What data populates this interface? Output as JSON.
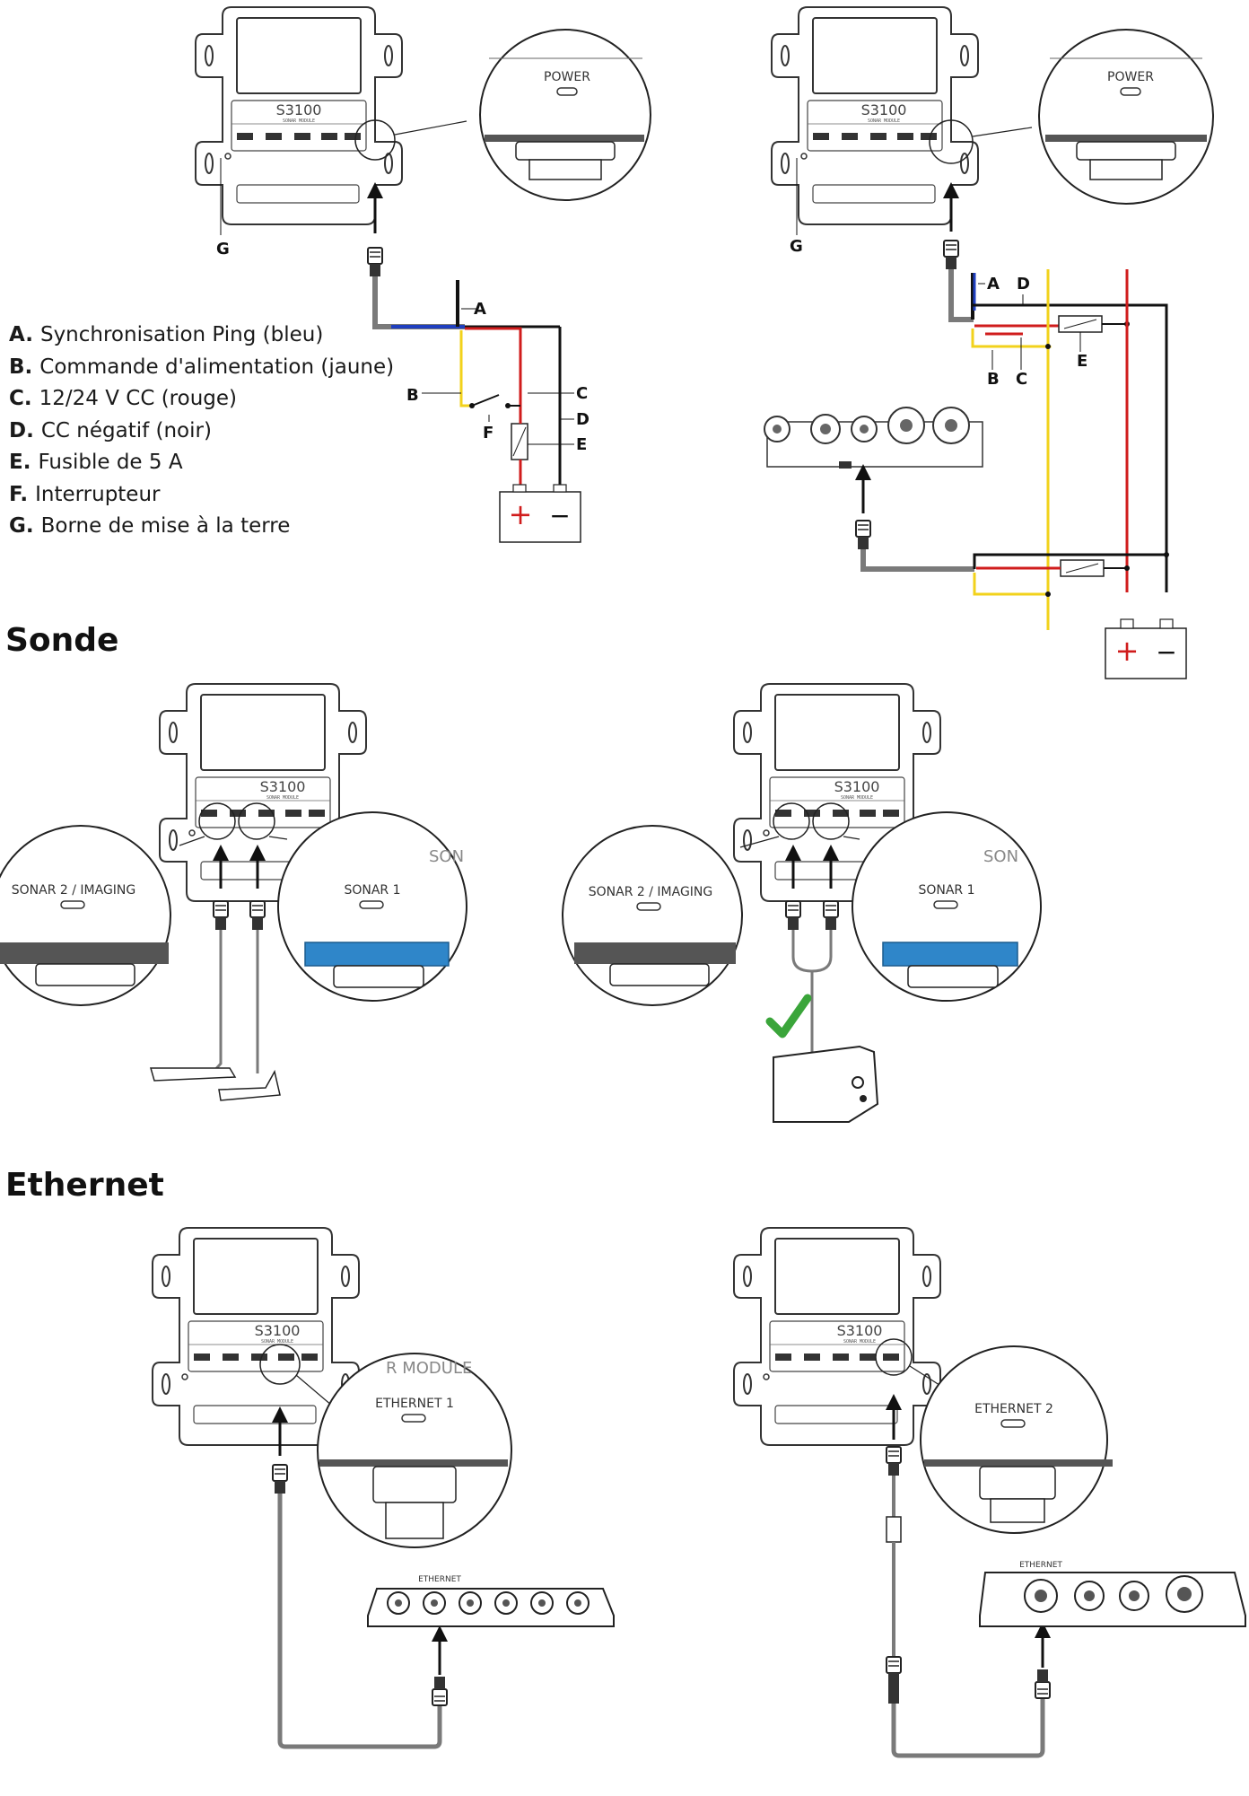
{
  "headings": {
    "transducer": "Sonde",
    "ethernet": "Ethernet"
  },
  "legend": [
    {
      "key": "A.",
      "text": "Synchronisation Ping (bleu)"
    },
    {
      "key": "B.",
      "text": "Commande d'alimentation (jaune)"
    },
    {
      "key": "C.",
      "text": "12/24 V CC (rouge)"
    },
    {
      "key": "D.",
      "text": "CC négatif (noir)"
    },
    {
      "key": "E.",
      "text": "Fusible de 5 A"
    },
    {
      "key": "F.",
      "text": "Interrupteur"
    },
    {
      "key": "G.",
      "text": "Borne de mise à la terre"
    }
  ],
  "callouts": {
    "a": "A",
    "b": "B",
    "c": "C",
    "d": "D",
    "e": "E",
    "f": "F",
    "g": "G"
  },
  "module": {
    "model": "S3100",
    "subtitle": "SONAR MODULE",
    "ports": [
      "SONAR 2 / IMAGING",
      "SONAR 1",
      "ETHERNET 1",
      "ETHERNET 2",
      "POWER"
    ]
  },
  "zoom_labels": {
    "power": "POWER",
    "sonar2": "SONAR 2 / IMAGING",
    "sonar1": "SONAR 1",
    "sonar_partial": "SON",
    "ethernet1": "ETHERNET 1",
    "ethernet2": "ETHERNET 2",
    "module_partial": "R MODULE",
    "switch_label": "ETHERNET"
  },
  "battery": {
    "plus": "+",
    "minus": "−"
  },
  "colors": {
    "ping_sync_wire": "#1f3fbf",
    "power_control_wire": "#f2d21b",
    "positive_wire": "#d01c1c",
    "negative_wire": "#111111",
    "cable_gray": "#7a7a7a",
    "sonar1_port": "#2f86c9",
    "checkmark": "#3aa53a"
  }
}
